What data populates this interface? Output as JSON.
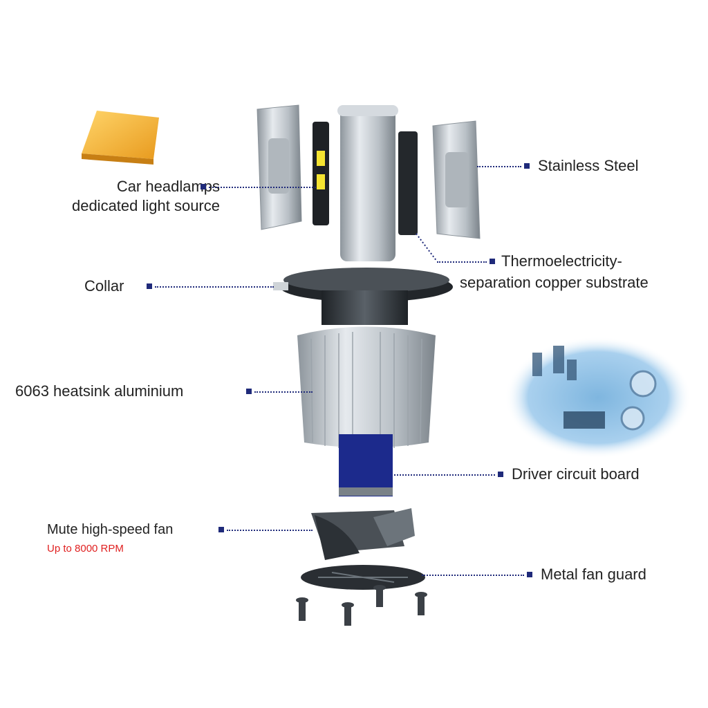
{
  "labels": {
    "light_source_line1": "Car headlamps",
    "light_source_line2": "dedicated light source",
    "stainless_steel": "Stainless Steel",
    "copper_line1": "Thermoelectricity-",
    "copper_line2": "separation copper substrate",
    "collar": "Collar",
    "heatsink": "6063 heatsink aluminium",
    "driver": "Driver circuit board",
    "fan": "Mute high-speed fan",
    "fan_rpm": "Up to 8000 RPM",
    "fan_guard": "Metal fan guard"
  },
  "colors": {
    "bullet": "#1f2a7a",
    "rpm": "#e02020",
    "led": "#f5b731",
    "driver_board": "#1c2a8c"
  }
}
